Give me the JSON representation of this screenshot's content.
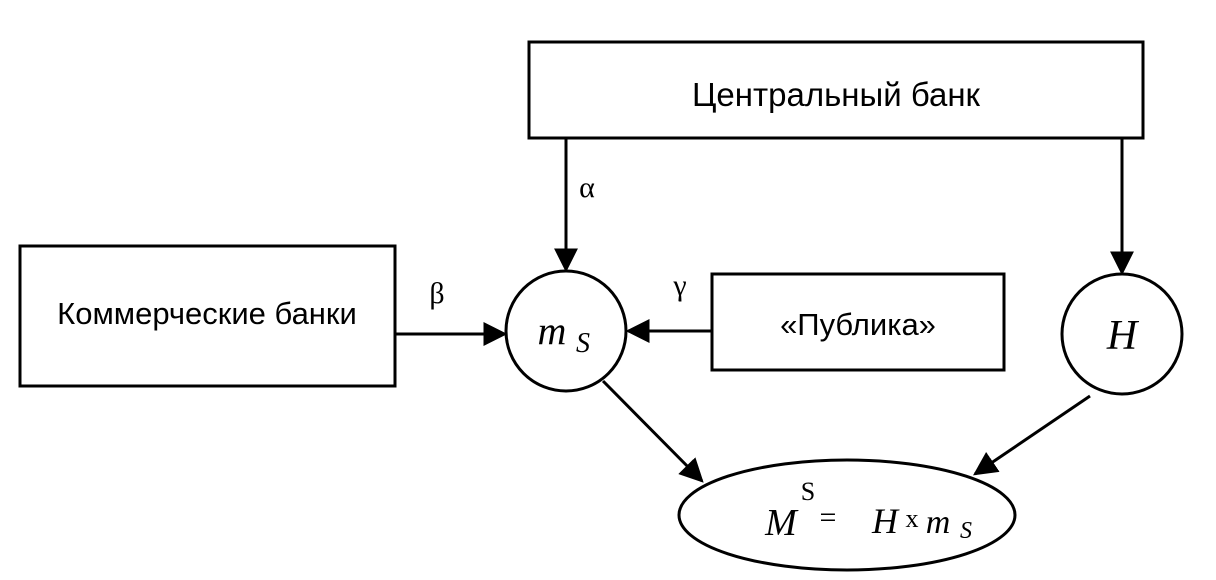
{
  "nodes": {
    "central_bank": "Центральный банк",
    "commercial_banks": "Коммерческие банки",
    "public": "«Публика»",
    "multiplier": "m",
    "multiplier_sub": "S",
    "base": "H",
    "equation": {
      "m_main": "M",
      "m_sup": "S",
      "eq": "=",
      "h": "H",
      "times": "x",
      "m2": "m",
      "m2_sub": "S"
    }
  },
  "edge_labels": {
    "alpha": "α",
    "beta": "β",
    "gamma": "γ"
  }
}
